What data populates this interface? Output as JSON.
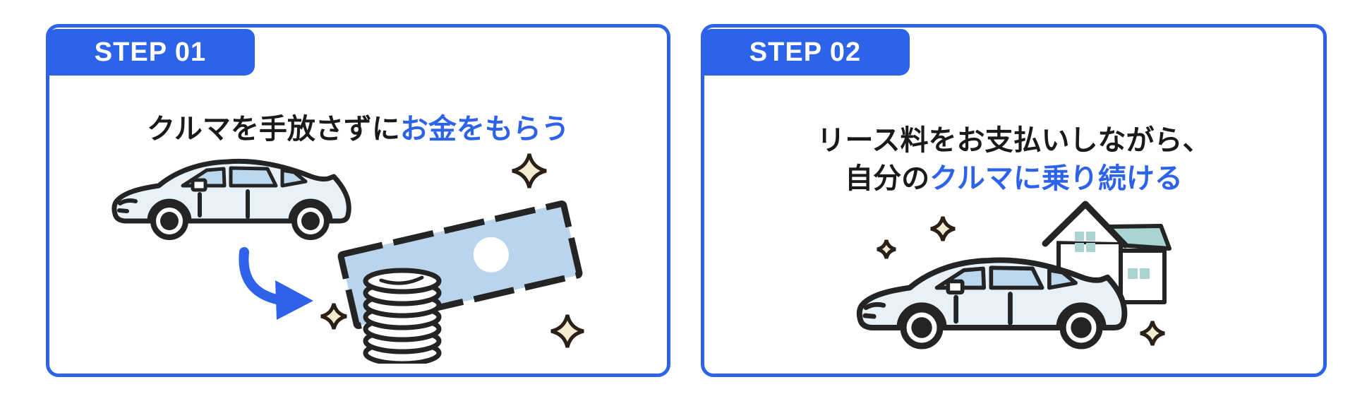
{
  "colors": {
    "accent_blue": "#2d63e8",
    "text_dark": "#1a1a1a",
    "outline_dark": "#242424",
    "car_body": "#e9f1f8",
    "car_window": "#bcd8ee",
    "banknote_fill": "#b9d4ec",
    "sparkle_fill": "#f5ebd0",
    "roof_teal": "#a9d4d2",
    "background": "#ffffff"
  },
  "cards": [
    {
      "badge": "STEP 01",
      "title": {
        "black": "クルマを手放さずに",
        "blue": "お金をもらう"
      },
      "icons": [
        "car-side-icon",
        "curved-arrow-icon",
        "coin-stack-icon",
        "banknote-icon",
        "sparkle-icon"
      ]
    },
    {
      "badge": "STEP 02",
      "title": {
        "line1": "リース料をお支払いしながら、",
        "line2_black": "自分の",
        "line2_blue": "クルマに乗り続ける"
      },
      "icons": [
        "car-side-icon",
        "house-icon",
        "sparkle-icon"
      ]
    }
  ]
}
